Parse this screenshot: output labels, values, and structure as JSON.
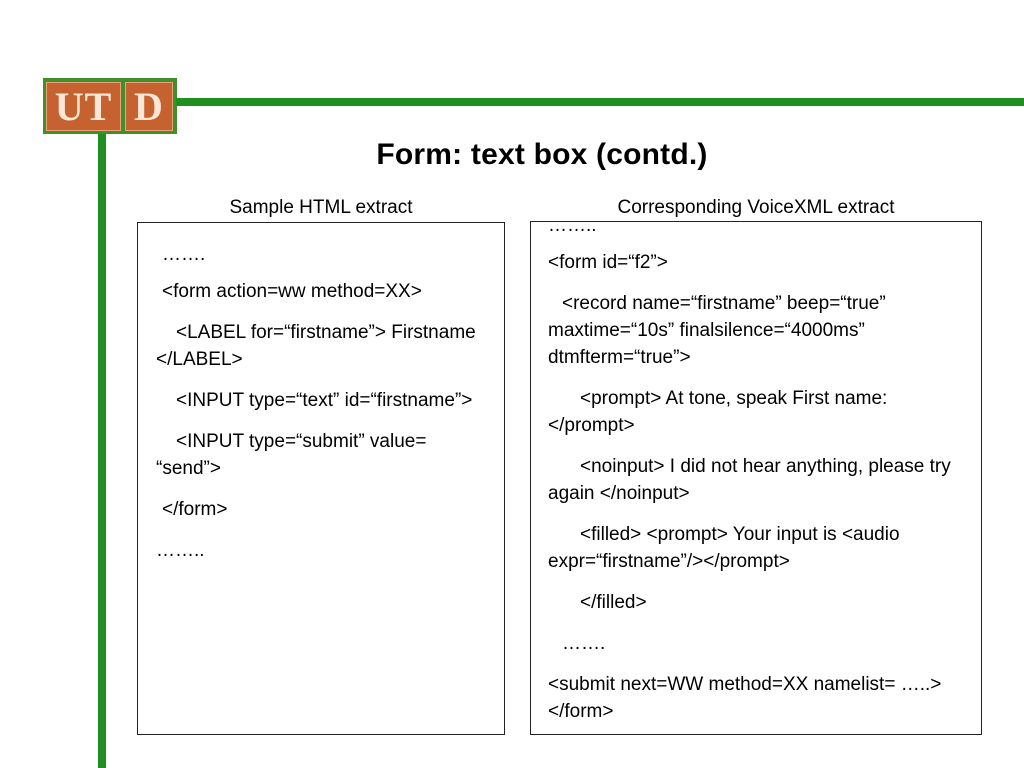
{
  "logo": {
    "letters_left": "UT",
    "letters_right": "D"
  },
  "slide": {
    "title": "Form: text box (contd.)",
    "left_caption": "Sample HTML extract",
    "right_caption": "Corresponding VoiceXML extract"
  },
  "html_extract": [
    "…….",
    "<form action=ww method=XX>",
    "<LABEL for=“firstname”> Firstname </LABEL>",
    "<INPUT type=“text” id=“firstname”>",
    "<INPUT type=“submit” value= “send”>",
    "</form>",
    "…….."
  ],
  "vxml_extract": [
    "……..",
    "<form id=“f2”>",
    "<record name=“firstname” beep=“true” maxtime=“10s” finalsilence=“4000ms” dtmfterm=“true”>",
    "<prompt> At tone, speak First name: </prompt>",
    "<noinput> I did not hear anything, please try again </noinput>",
    "<filled> <prompt> Your input is <audio expr=“firstname”/></prompt>",
    "</filled>",
    "…….",
    "<submit next=WW method=XX namelist= …..> </form>"
  ],
  "colors": {
    "green_bar": "#1f8f1f",
    "logo_orange": "#c5622f",
    "logo_green": "#3f8f2b"
  }
}
